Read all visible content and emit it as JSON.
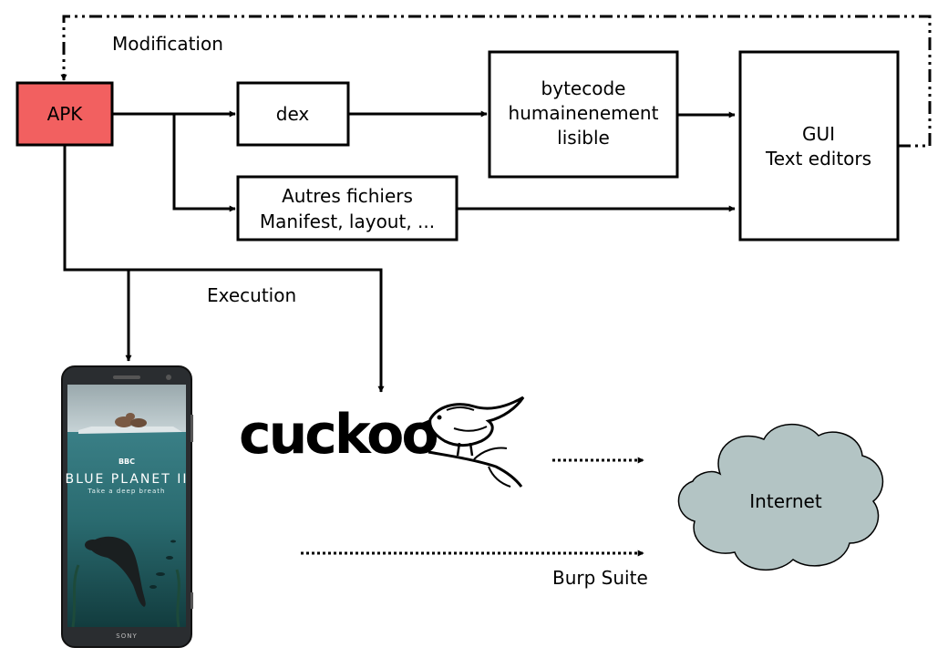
{
  "labels": {
    "modification": "Modification",
    "execution": "Execution",
    "burp_suite": "Burp Suite"
  },
  "nodes": {
    "apk": "APK",
    "dex": "dex",
    "bytecode": [
      "bytecode",
      "humainenement",
      "lisible"
    ],
    "autres": [
      "Autres fichiers",
      "Manifest, layout, ..."
    ],
    "gui": [
      "GUI",
      "Text editors"
    ],
    "internet": "Internet"
  },
  "cuckoo_logo": "cuckoo",
  "phone": {
    "bbc": "BBC",
    "title": "BLUE PLANET II",
    "tagline": "Take a deep breath",
    "brand": "SONY"
  },
  "colors": {
    "apk_fill": "#f26060",
    "cloud_fill": "#b3c4c4",
    "stroke": "#000000"
  }
}
